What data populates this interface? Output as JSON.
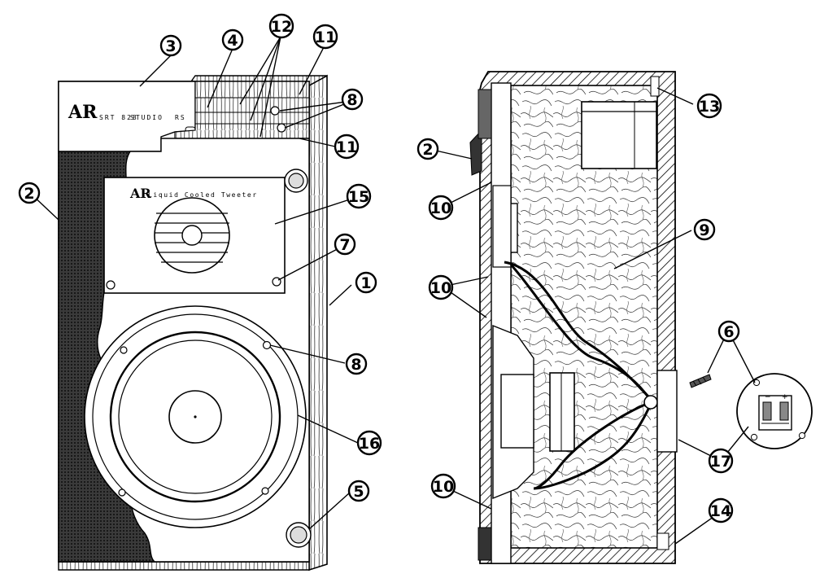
{
  "front_view": {
    "badge_logo": "AR",
    "badge_model": "SRT 828",
    "badge_series": "STUDIO",
    "badge_code": "RS",
    "tweeter_logo": "AR",
    "tweeter_caption": "Liquid Cooled Tweeter"
  },
  "terminal_plate": {
    "minus": "−",
    "plus": "+"
  },
  "callouts": [
    {
      "id": "callout-1",
      "number": "1"
    },
    {
      "id": "callout-2-front",
      "number": "2"
    },
    {
      "id": "callout-3",
      "number": "3"
    },
    {
      "id": "callout-4",
      "number": "4"
    },
    {
      "id": "callout-5",
      "number": "5"
    },
    {
      "id": "callout-7",
      "number": "7"
    },
    {
      "id": "callout-8-top",
      "number": "8"
    },
    {
      "id": "callout-8-mid",
      "number": "8"
    },
    {
      "id": "callout-11-top",
      "number": "11"
    },
    {
      "id": "callout-11-bottom",
      "number": "11"
    },
    {
      "id": "callout-12",
      "number": "12"
    },
    {
      "id": "callout-15",
      "number": "15"
    },
    {
      "id": "callout-16",
      "number": "16"
    },
    {
      "id": "callout-2-side",
      "number": "2"
    },
    {
      "id": "callout-6",
      "number": "6"
    },
    {
      "id": "callout-9",
      "number": "9"
    },
    {
      "id": "callout-10-a",
      "number": "10"
    },
    {
      "id": "callout-10-b",
      "number": "10"
    },
    {
      "id": "callout-10-c",
      "number": "10"
    },
    {
      "id": "callout-13",
      "number": "13"
    },
    {
      "id": "callout-14",
      "number": "14"
    },
    {
      "id": "callout-17",
      "number": "17"
    }
  ]
}
